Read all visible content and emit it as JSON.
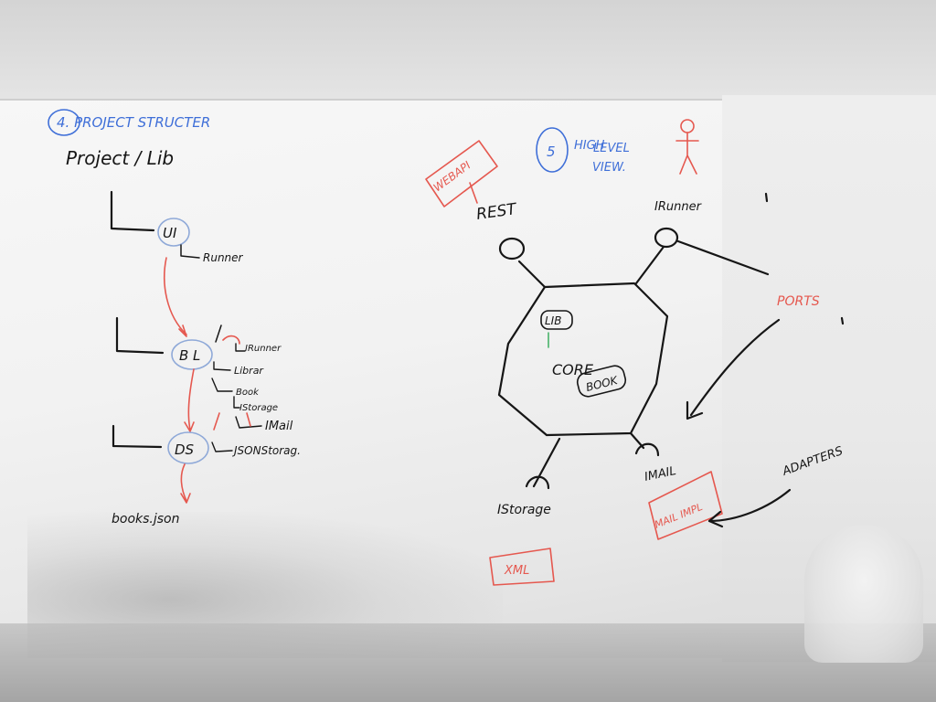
{
  "board": {
    "left": {
      "heading": "4. PROJECT STRUCTER",
      "root": "Project / Lib",
      "ui": "UI",
      "ui_child": "Runner",
      "bl": "B L",
      "bl_children": [
        "IRunner",
        "Librar",
        "Book",
        "IStorage",
        "IMail"
      ],
      "ds": "DS",
      "ds_child": "JSONStorag.",
      "output": "books.json"
    },
    "right": {
      "heading_num": "5",
      "heading": [
        "HIGH",
        "LEVEL",
        "VIEW."
      ],
      "rest": "REST",
      "web_box": "WEBAPI",
      "runner": "IRunner",
      "ports": "PORTS",
      "lib": "LIB",
      "core": "CORE",
      "book": "BOOK",
      "mail": "IMAIL",
      "storage": "IStorage",
      "xml": "XML",
      "mail_box": "MAIL IMPL",
      "adapters": "ADAPTERS"
    }
  }
}
